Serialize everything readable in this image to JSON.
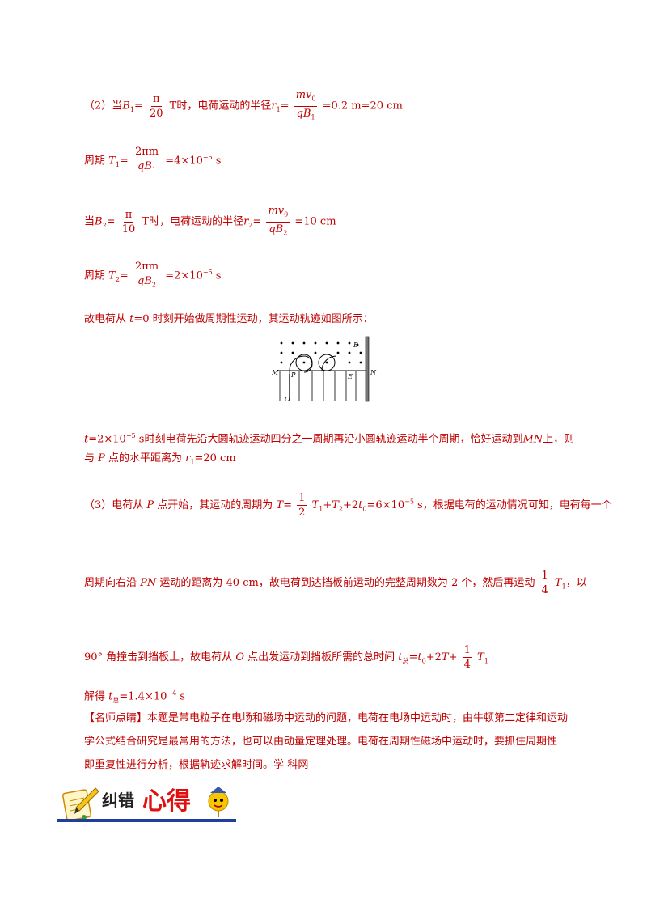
{
  "p2": {
    "a": "（2）当",
    "b": "B",
    "c": "1",
    "d": "=",
    "frac1_num": "π",
    "frac1_den": "20",
    "e": " T时，电荷运动的半径",
    "f": "r",
    "g": "1",
    "h": "=",
    "frac2_num_a": "mv",
    "frac2_num_b": "0",
    "frac2_den_a": "qB",
    "frac2_den_b": "1",
    "tail": "=0.2 m=20 cm"
  },
  "t1": {
    "a": "周期 ",
    "b": "T",
    "c": "1",
    "d": "=",
    "num": "2πm",
    "den_a": "qB",
    "den_b": "1",
    "tail": "=4×10",
    "exp": "−5",
    "unit": " s"
  },
  "b2": {
    "a": "当",
    "b": "B",
    "c": "2",
    "d": "=",
    "frac1_num": "π",
    "frac1_den": "10",
    "e": " T时，电荷运动的半径",
    "f": "r",
    "g": "2",
    "h": "=",
    "frac2_num_a": "mv",
    "frac2_num_b": "0",
    "frac2_den_a": "qB",
    "frac2_den_b": "2",
    "tail": "=10 cm"
  },
  "t2": {
    "a": "周期 ",
    "b": "T",
    "c": "2",
    "d": "=",
    "num": "2πm",
    "den_a": "qB",
    "den_b": "2",
    "tail": "=2×10",
    "exp": "−5",
    "unit": " s"
  },
  "periodic": {
    "a": "故电荷从 ",
    "b": "t",
    "c": "=0 时刻开始做周期性运动，其运动轨迹如图所示："
  },
  "figure": {
    "label_b": "B",
    "label_m": "M",
    "label_p": "P",
    "label_e": "E",
    "label_n": "N",
    "label_o": "O"
  },
  "t_line": {
    "a": "t",
    "b": "=2×10",
    "exp": "−5",
    "c": " s时刻电荷先沿大圆轨迹运动四分之一周期再沿小圆轨迹运动半个周期，恰好运动到",
    "d": "MN",
    "e": "上，则"
  },
  "t_line2": {
    "a": "与 ",
    "b": "P",
    "c": " 点的水平距离为 ",
    "d": "r",
    "e": "1",
    "f": "=20 cm"
  },
  "p3": {
    "a": "（3）电荷从 ",
    "b": "P",
    "c": " 点开始，其运动的周期为 ",
    "d": "T",
    "e": "=",
    "fn": "1",
    "fd": "2",
    "g": "T",
    "h": "1",
    "i": "+",
    "j": "T",
    "k": "2",
    "l": "+2",
    "m": "t",
    "n": "0",
    "o": "=6×10",
    "exp": "−5",
    "p": " s，根据电荷的运动情况可知，电荷每一个"
  },
  "p3b": {
    "a": "周期向右沿 ",
    "b": "PN",
    "c": " 运动的距离为 40 cm，故电荷到达挡板前运动的完整周期数为 2 个，然后再运动",
    "fn": "1",
    "fd": "4",
    "d": "T",
    "e": "1",
    "f": "，以"
  },
  "p3c": {
    "a": "90° 角撞击到挡板上，故电荷从 ",
    "b": "O",
    "c": " 点出发运动到挡板所需的总时间 ",
    "d": "t",
    "e": "总",
    "f": "=",
    "g": "t",
    "h": "0",
    "i": "+2",
    "j": "T",
    "k": "+",
    "fn": "1",
    "fd": "4",
    "l": " T",
    "m": "1"
  },
  "solve": {
    "a": "解得 ",
    "b": "t",
    "c": "总",
    "d": "=1.4×10",
    "exp": "−4",
    "e": " s"
  },
  "tip": {
    "line1": "【名师点睛】本题是带电粒子在电场和磁场中运动的问题，电荷在电场中运动时，由牛顿第二定律和运动",
    "line2": "学公式结合研究是最常用的方法，也可以由动量定理处理。电荷在周期性磁场中运动时，要抓住周期性",
    "line3": "即重复性进行分析，根据轨迹求解时间。学-科网"
  },
  "banner": {
    "text1": "纠错",
    "text2": "心得"
  },
  "colors": {
    "text_red": "#c00000",
    "banner_blue": "#1f3f9e",
    "banner_red": "#e01010"
  }
}
